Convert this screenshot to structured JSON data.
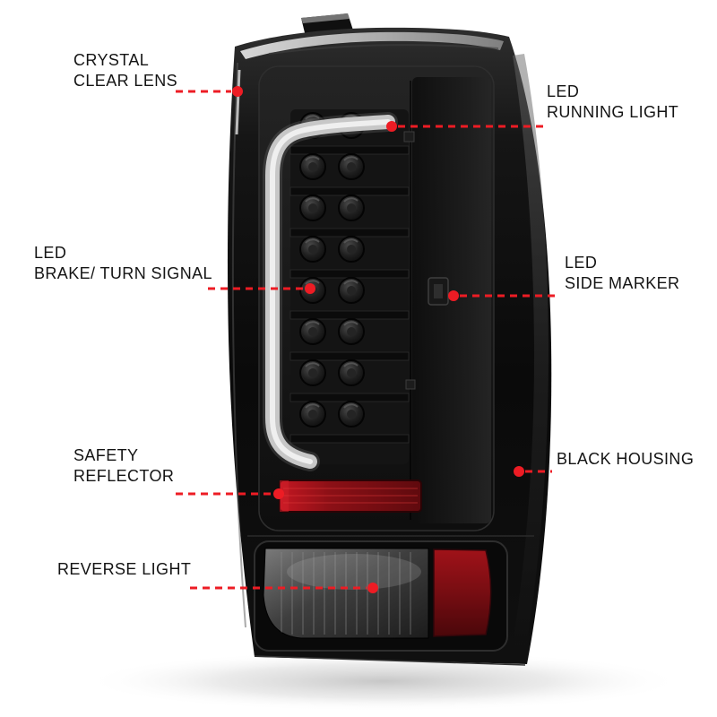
{
  "colors": {
    "leader_red": "#ed1c24",
    "label_text": "#141414",
    "housing_black": "#0c0c0c",
    "reflector_red": "#8f1016",
    "light_bar_gray": "#d9d9d9"
  },
  "callouts": {
    "crystal": {
      "line1": "CRYSTAL",
      "line2": "CLEAR LENS"
    },
    "running": {
      "line1": "LED",
      "line2": "RUNNING LIGHT"
    },
    "brake": {
      "line1": "LED",
      "line2": "BRAKE/ TURN SIGNAL"
    },
    "side": {
      "line1": "LED",
      "line2": "SIDE MARKER"
    },
    "safety": {
      "line1": "SAFETY",
      "line2": "REFLECTOR"
    },
    "housing": {
      "line1": "BLACK HOUSING"
    },
    "reverse": {
      "line1": "REVERSE LIGHT"
    }
  }
}
